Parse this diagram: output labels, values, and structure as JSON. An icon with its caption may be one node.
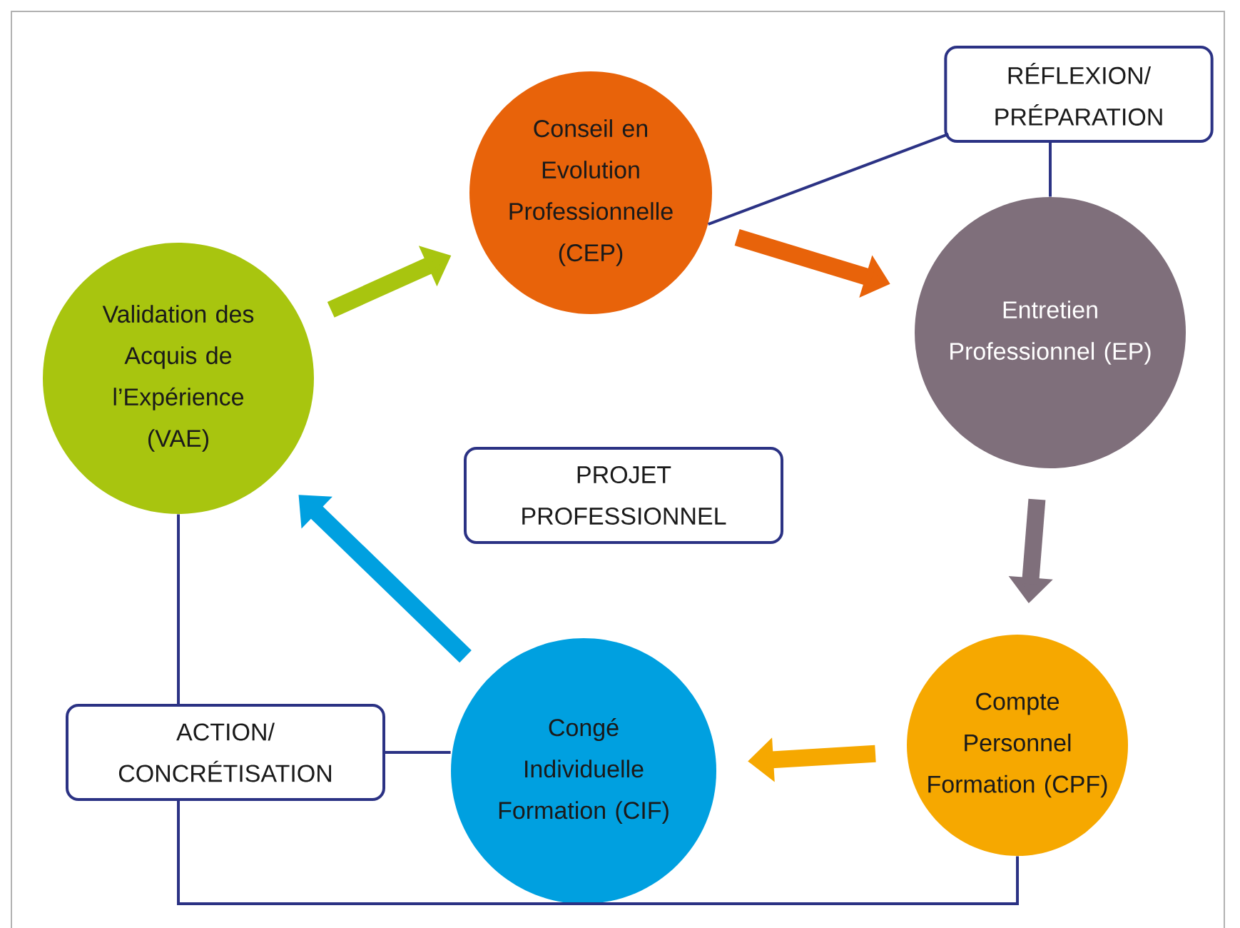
{
  "diagram": {
    "nodes": [
      {
        "text": [
          "Conseil en Evolution Professionnelle (CEP)"
        ]
      },
      {
        "text": [
          "Entretien Professionnel (EP)"
        ]
      },
      {
        "text": [
          "Compte Personnel Formation (CPF)"
        ]
      },
      {
        "text": [
          "Congé Individuelle Formation (CIF)"
        ]
      },
      {
        "text": [
          "Validation des Acquis de l’Expérience (VAE)"
        ]
      },
      {
        "text": [
          "RÉFLEXION/ PRÉPARATION"
        ]
      },
      {
        "text": [
          "PROJET PROFESSIONNEL"
        ]
      },
      {
        "text": [
          "ACTION/ CONCRÉTISATION"
        ]
      }
    ],
    "edges": [
      {
        "from": 4,
        "to": 0,
        "arrow": "to",
        "style": "thick",
        "color": "#a8c50f"
      },
      {
        "from": 0,
        "to": 1,
        "arrow": "to",
        "style": "thick",
        "color": "#e8630a"
      },
      {
        "from": 1,
        "to": 2,
        "arrow": "to",
        "style": "thick",
        "color": "#7f6f7b"
      },
      {
        "from": 2,
        "to": 3,
        "arrow": "to",
        "style": "thick",
        "color": "#f6a800"
      },
      {
        "from": 3,
        "to": 4,
        "arrow": "to",
        "style": "thick",
        "color": "#00a0e0"
      },
      {
        "from": 0,
        "to": 5,
        "arrow": "none",
        "color": "#2b3284"
      },
      {
        "from": 5,
        "to": 1,
        "arrow": "none",
        "color": "#2b3284"
      },
      {
        "from": 4,
        "to": 7,
        "arrow": "none",
        "color": "#2b3284"
      },
      {
        "from": 7,
        "to": 3,
        "arrow": "none",
        "color": "#2b3284"
      },
      {
        "from": 7,
        "to": 2,
        "arrow": "none",
        "color": "#2b3284"
      }
    ]
  }
}
